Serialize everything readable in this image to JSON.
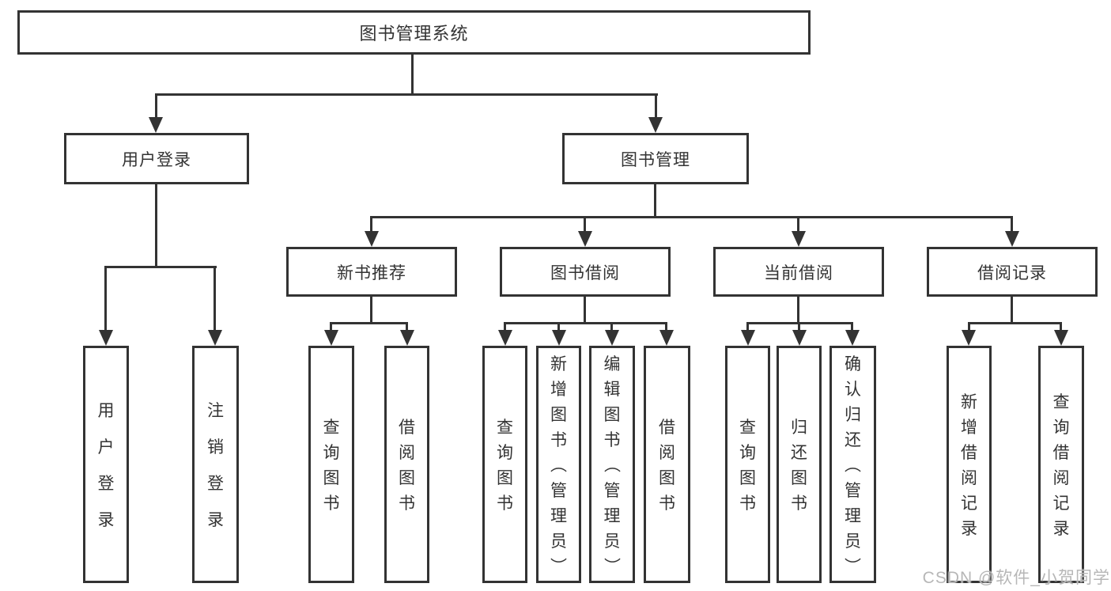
{
  "diagram": {
    "type": "hierarchy",
    "line_color": "#333333",
    "text_color": "#333333",
    "background": "#ffffff",
    "tree": {
      "label": "图书管理系统",
      "children": [
        {
          "label": "用户登录",
          "children": [
            "用户登录",
            "注销登录"
          ]
        },
        {
          "label": "图书管理",
          "children": [
            {
              "label": "新书推荐",
              "children": [
                "查询图书",
                "借阅图书"
              ]
            },
            {
              "label": "图书借阅",
              "children": [
                "查询图书",
                "新增图书（管理员）",
                "编辑图书（管理员）",
                "借阅图书"
              ]
            },
            {
              "label": "当前借阅",
              "children": [
                "查询图书",
                "归还图书",
                "确认归还（管理员）"
              ]
            },
            {
              "label": "借阅记录",
              "children": [
                "新增借阅记录",
                "查询借阅记录"
              ]
            }
          ]
        }
      ]
    }
  },
  "watermark": {
    "text": "CSDN @软件_小贺同学",
    "color": "#b7b7b7"
  }
}
